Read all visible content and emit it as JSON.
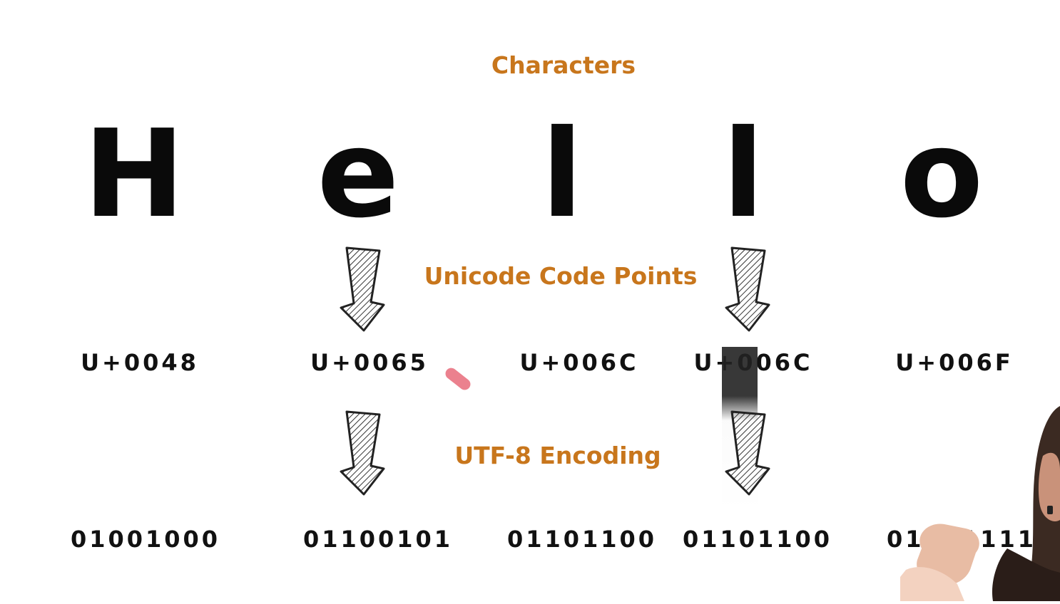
{
  "titles": {
    "characters": "Characters",
    "code_points": "Unicode Code Points",
    "encoding": "UTF-8 Encoding"
  },
  "characters": [
    "H",
    "e",
    "l",
    "l",
    "o"
  ],
  "code_points": [
    "U+0048",
    "U+0065",
    "U+006C",
    "U+006C",
    "U+006F"
  ],
  "utf8_bytes": [
    "01001000",
    "01100101",
    "01101100",
    "01101100",
    "01101111"
  ],
  "colors": {
    "accent": "#c8761c",
    "text": "#0a0a0a"
  },
  "icons": {
    "arrow": "down-arrow-icon"
  }
}
